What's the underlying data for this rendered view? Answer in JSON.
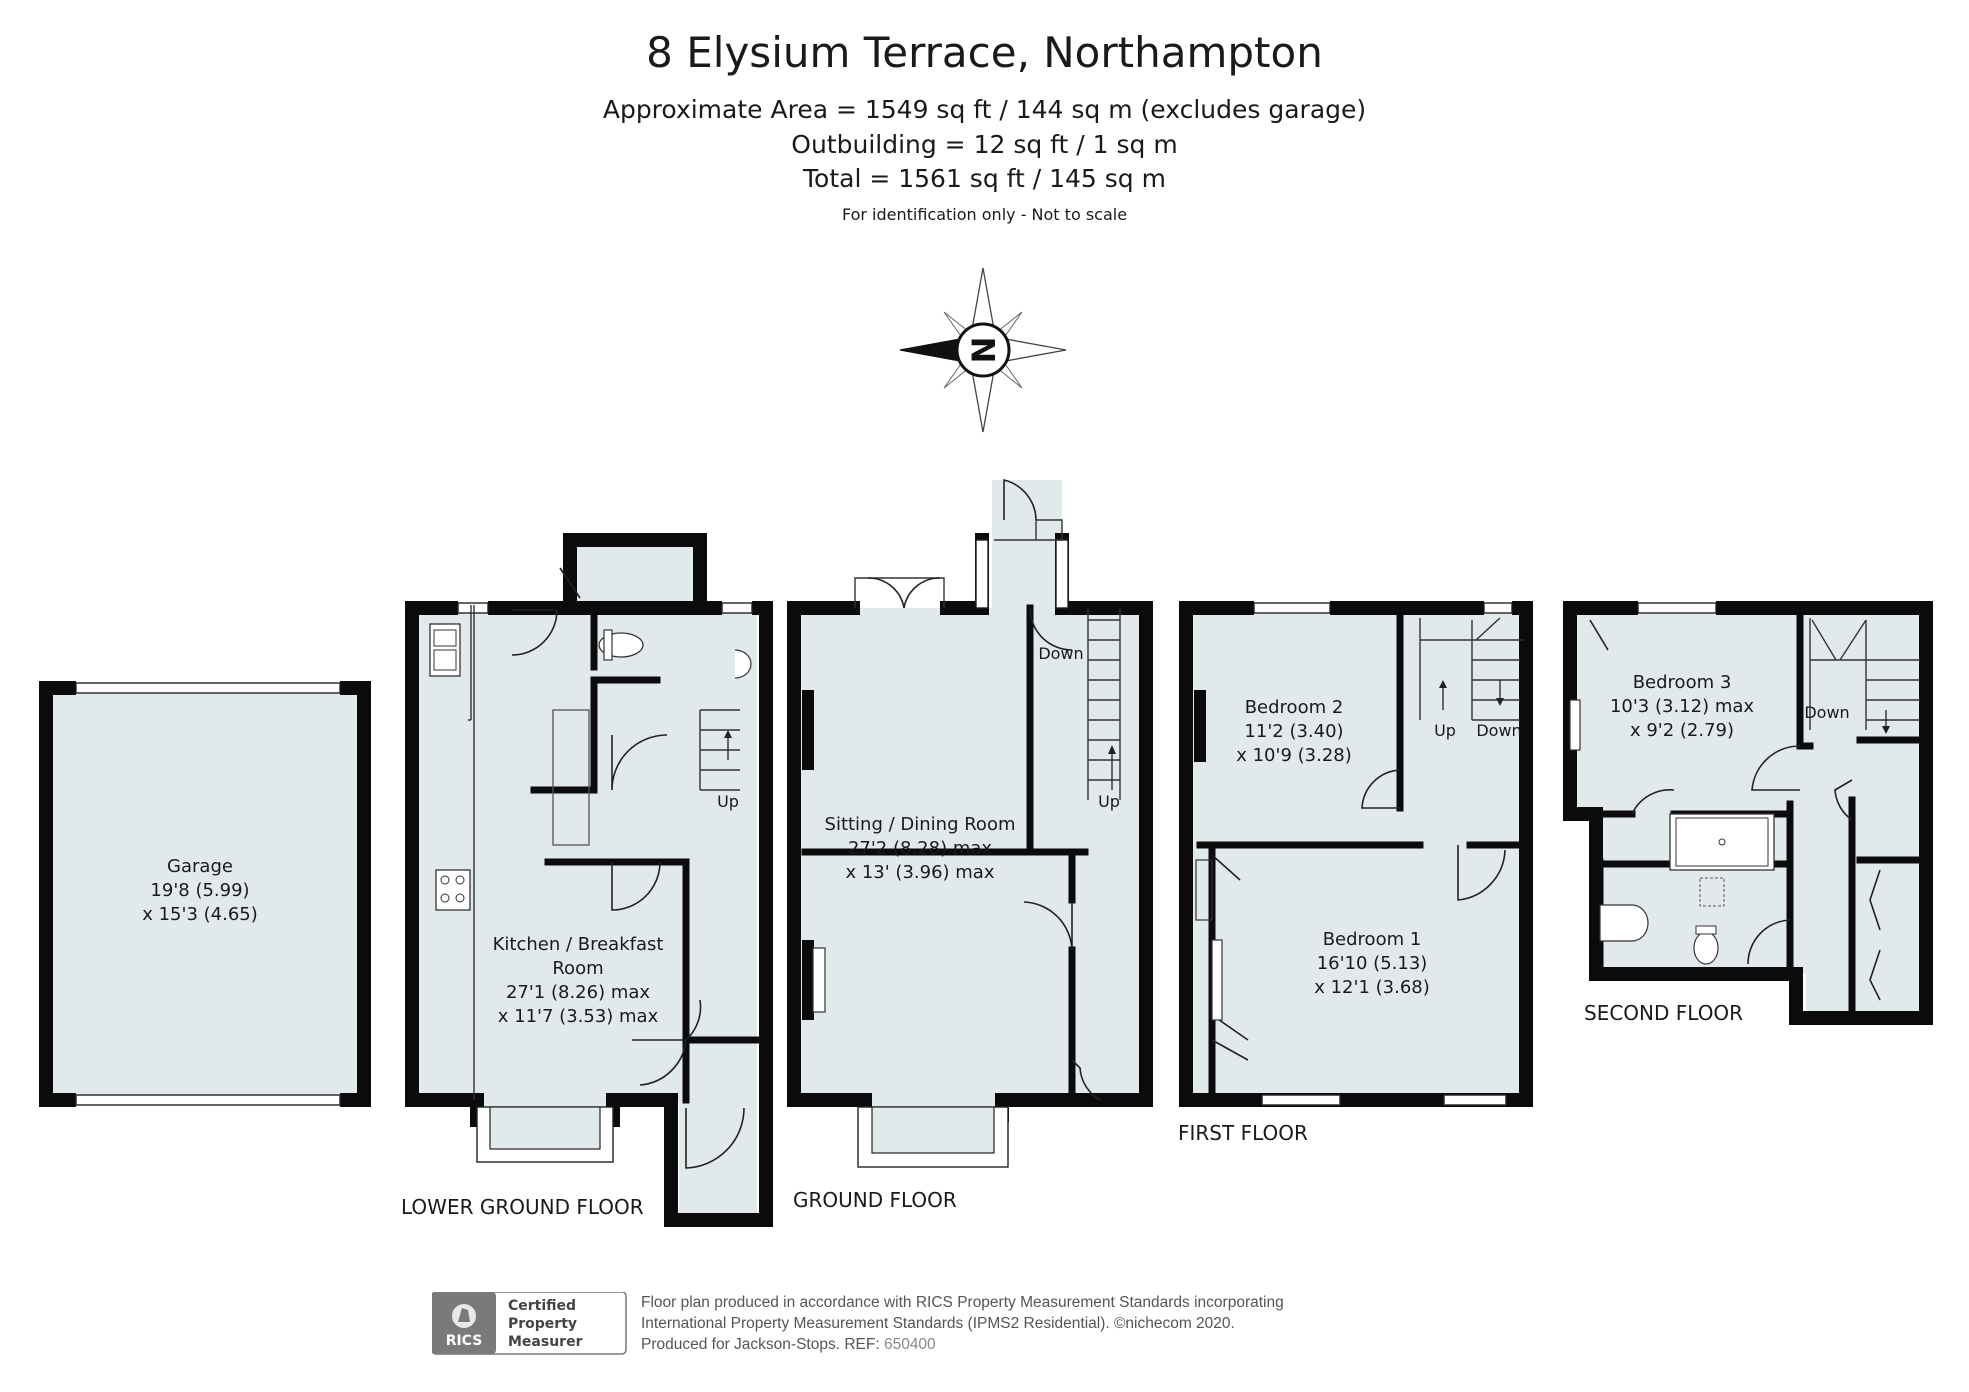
{
  "header": {
    "title": "8 Elysium Terrace, Northampton",
    "area_line": "Approximate Area = 1549 sq ft / 144 sq m (excludes garage)",
    "outbuilding_line": "Outbuilding = 12 sq ft / 1 sq m",
    "total_line": "Total = 1561 sq ft / 145 sq m",
    "note": "For identification only - Not to scale"
  },
  "compass": {
    "label": "N"
  },
  "rooms": {
    "garage": {
      "name": "Garage",
      "dim1": "19'8 (5.99)",
      "dim2": "x 15'3 (4.65)"
    },
    "kitchen": {
      "name1": "Kitchen / Breakfast",
      "name2": "Room",
      "dim1": "27'1 (8.26) max",
      "dim2": "x 11'7 (3.53) max"
    },
    "sitting": {
      "name": "Sitting / Dining Room",
      "dim1": "27'2 (8.28) max",
      "dim2": "x 13' (3.96) max"
    },
    "bedroom2": {
      "name": "Bedroom 2",
      "dim1": "11'2 (3.40)",
      "dim2": "x 10'9 (3.28)"
    },
    "bedroom1": {
      "name": "Bedroom 1",
      "dim1": "16'10 (5.13)",
      "dim2": "x 12'1 (3.68)"
    },
    "bedroom3": {
      "name": "Bedroom 3",
      "dim1": "10'3 (3.12) max",
      "dim2": "x 9'2 (2.79)"
    }
  },
  "stairs": {
    "up": "Up",
    "down": "Down"
  },
  "floors": {
    "lower_ground": "LOWER GROUND FLOOR",
    "ground": "GROUND FLOOR",
    "first": "FIRST FLOOR",
    "second": "SECOND FLOOR"
  },
  "badge": {
    "brand": "RICS",
    "line1": "Certified",
    "line2": "Property",
    "line3": "Measurer"
  },
  "footer": {
    "line1": "Floor plan produced in accordance with RICS Property Measurement Standards incorporating",
    "line2": "International Property Measurement Standards (IPMS2 Residential).  ©nichecom 2020.",
    "line3_prefix": "Produced for Jackson-Stops.    REF:",
    "ref": "650400"
  }
}
